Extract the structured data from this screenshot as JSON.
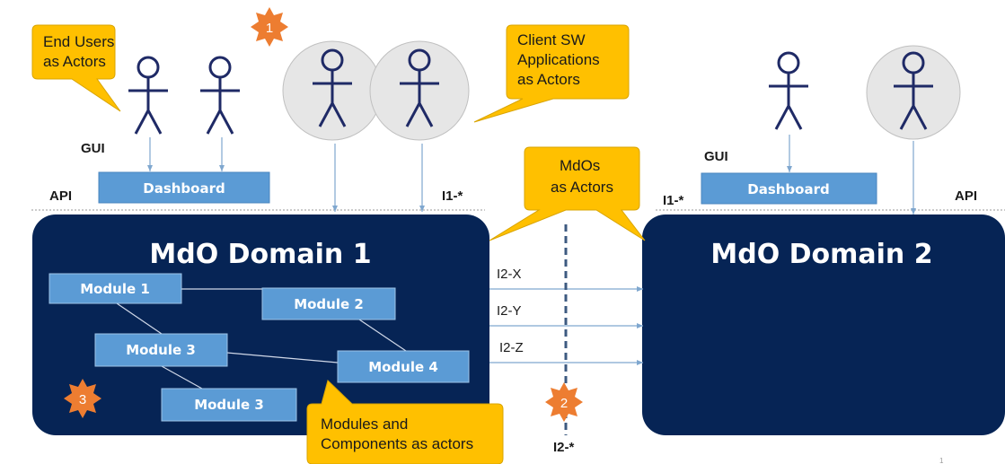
{
  "callouts": {
    "end_users": [
      "End Users",
      "as Actors"
    ],
    "client_sw": [
      "Client SW",
      "Applications",
      "as Actors"
    ],
    "mdos": [
      "MdOs",
      "as Actors"
    ],
    "modules": [
      "Modules and",
      "Components as actors"
    ]
  },
  "badges": {
    "b1": "1",
    "b2": "2",
    "b3": "3"
  },
  "labels": {
    "gui_left": "GUI",
    "api_left": "API",
    "i1_left": "I1-*",
    "gui_right": "GUI",
    "i1_right": "I1-*",
    "api_right": "API",
    "i2_x": "I2-X",
    "i2_y": "I2-Y",
    "i2_z": "I2-Z",
    "i2_star": "I2-*"
  },
  "dashboards": {
    "left": "Dashboard",
    "right": "Dashboard"
  },
  "domains": {
    "d1": "MdO Domain 1",
    "d2": "MdO Domain 2"
  },
  "modules": {
    "m1": "Module 1",
    "m2": "Module 2",
    "m3a": "Module 3",
    "m4": "Module 4",
    "m3b": "Module 3"
  },
  "page_number": "1",
  "colors": {
    "domain": "#062455",
    "module": "#5b9bd5",
    "module_border": "#9dc3e6",
    "callout": "#ffc000",
    "callout_border": "#d9a400",
    "badge": "#ed7d31",
    "actor_circle": "#e6e6e6",
    "stick": "#1f2a66",
    "arrow": "#7fa7cf"
  }
}
